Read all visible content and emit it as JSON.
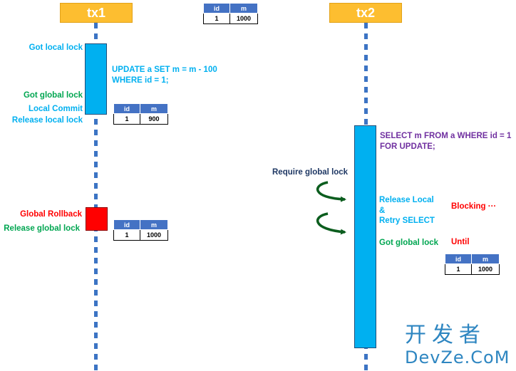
{
  "participants": {
    "tx1": "tx1",
    "tx2": "tx2"
  },
  "tables": {
    "headers": {
      "id": "id",
      "m": "m"
    },
    "top": {
      "id": "1",
      "m": "1000"
    },
    "tx1_after_update": {
      "id": "1",
      "m": "900"
    },
    "tx1_after_rollback": {
      "id": "1",
      "m": "1000"
    },
    "tx2_result": {
      "id": "1",
      "m": "1000"
    }
  },
  "tx1": {
    "got_local_lock": "Got local lock",
    "sql_line1": "UPDATE a SET m = m - 100",
    "sql_line2": "WHERE id = 1;",
    "got_global_lock": "Got global lock",
    "local_commit": "Local Commit",
    "release_local_lock": "Release local lock",
    "global_rollback": "Global Rollback",
    "release_global_lock": "Release global lock"
  },
  "tx2": {
    "sql_line1": "SELECT m FROM a WHERE id = 1",
    "sql_line2": "FOR UPDATE;",
    "require_global_lock": "Require global lock",
    "release_local_line1": "Release Local",
    "release_local_line2": "&",
    "release_local_line3": "Retry SELECT",
    "blocking": "Blocking ···",
    "got_global_lock": "Got global lock",
    "until": "Until"
  },
  "watermark": {
    "line1": "开发者",
    "line2": "DevZe.CoM"
  },
  "colors": {
    "participant": "#FDBE30",
    "lifeline": "#3C74C4",
    "activation": "#00B0F0",
    "rollback": "#FF0000",
    "arrow": "#0B5D1E"
  }
}
